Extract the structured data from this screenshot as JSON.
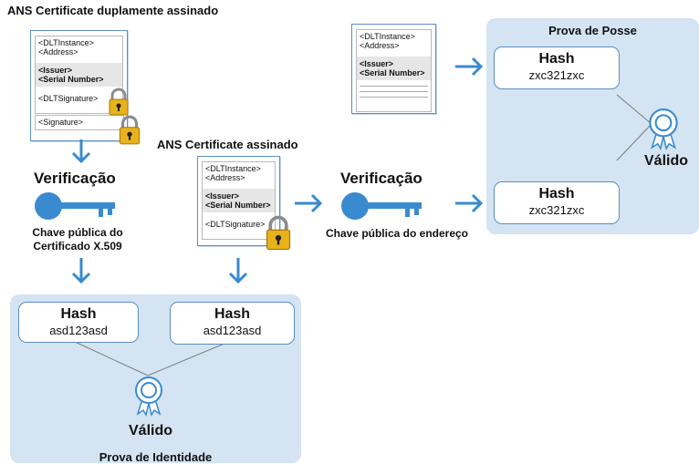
{
  "titles": {
    "double_signed": "ANS Certificate duplamente assinado",
    "signed": "ANS Certificate assinado"
  },
  "doc_fields": {
    "dlt_instance": "<DLTInstance>",
    "address": "<Address>",
    "issuer": "<Issuer>",
    "serial_number": "<Serial Number>",
    "dlt_signature": "<DLTSignature>",
    "signature": "<Signature>"
  },
  "verification": {
    "left_label": "Verificação",
    "left_caption": [
      "Chave pública do",
      "Certificado X.509"
    ],
    "middle_label": "Verificação",
    "middle_caption": "Chave pública do endereço"
  },
  "hashes": {
    "label": "Hash",
    "identity_value": "asd123asd",
    "possession_value": "zxc321zxc"
  },
  "panels": {
    "identity_title": "Prova de Identidade",
    "possession_title": "Prova de Posse",
    "valid_label": "Válido"
  },
  "colors": {
    "accent_blue": "#3a8ad0",
    "panel_bg": "#d4e4f2",
    "box_border": "#5b8ec4",
    "lock_gold": "#e8b21c"
  },
  "icons": [
    "lock-icon",
    "key-icon",
    "arrow-icon",
    "award-badge-icon"
  ]
}
